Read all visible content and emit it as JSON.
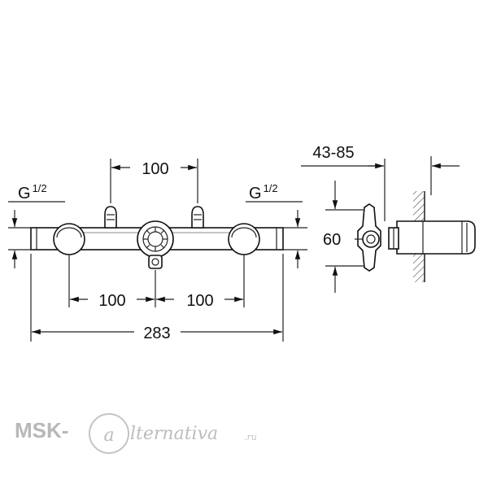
{
  "drawing": {
    "dim_top": "100",
    "dim_left_bottom": "100",
    "dim_right_bottom": "100",
    "dim_total": "283",
    "thread_left_main": "G",
    "thread_left_frac": "1/2",
    "thread_right_main": "G",
    "thread_right_frac": "1/2",
    "side_depth": "43-85",
    "side_height": "60"
  },
  "watermark": {
    "brand_prefix": "MSK-",
    "brand_at": "a",
    "brand_suffix": "lternativa",
    "brand_tld": ".ru"
  }
}
